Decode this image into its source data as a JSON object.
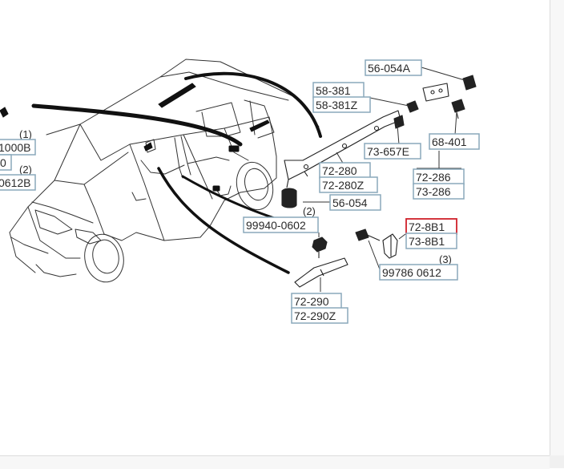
{
  "diagram": {
    "callouts": [
      {
        "id": "56-054a",
        "text": "56-054A"
      },
      {
        "id": "58-381",
        "text": "58-381"
      },
      {
        "id": "58-381z",
        "text": "58-381Z"
      },
      {
        "id": "73-657e",
        "text": "73-657E"
      },
      {
        "id": "68-401",
        "text": "68-401"
      },
      {
        "id": "72-280",
        "text": "72-280"
      },
      {
        "id": "72-280z",
        "text": "72-280Z"
      },
      {
        "id": "72-286",
        "text": "72-286"
      },
      {
        "id": "73-286",
        "text": "73-286"
      },
      {
        "id": "56-054",
        "text": "56-054"
      },
      {
        "id": "99940-0602",
        "text": "99940-0602"
      },
      {
        "id": "72-8b1",
        "text": "72-8B1"
      },
      {
        "id": "73-8b1",
        "text": "73-8B1"
      },
      {
        "id": "99786-0612",
        "text": "99786 0612"
      },
      {
        "id": "72-290",
        "text": "72-290"
      },
      {
        "id": "72-290z",
        "text": "72-290Z"
      },
      {
        "id": "left-1000b",
        "text": "1000B"
      },
      {
        "id": "left-0",
        "text": "0"
      },
      {
        "id": "left-0612b",
        "text": "0612B"
      }
    ],
    "quantities": [
      {
        "id": "qty-99940",
        "text": "(2)"
      },
      {
        "id": "qty-99786",
        "text": "(3)"
      },
      {
        "id": "qty-left-1",
        "text": "(1)"
      },
      {
        "id": "qty-left-2",
        "text": "(2)"
      }
    ],
    "colors": {
      "callout_border": "#8aa9bb",
      "highlight_border": "#d0202a",
      "line": "#333333",
      "curve": "#111111"
    }
  }
}
